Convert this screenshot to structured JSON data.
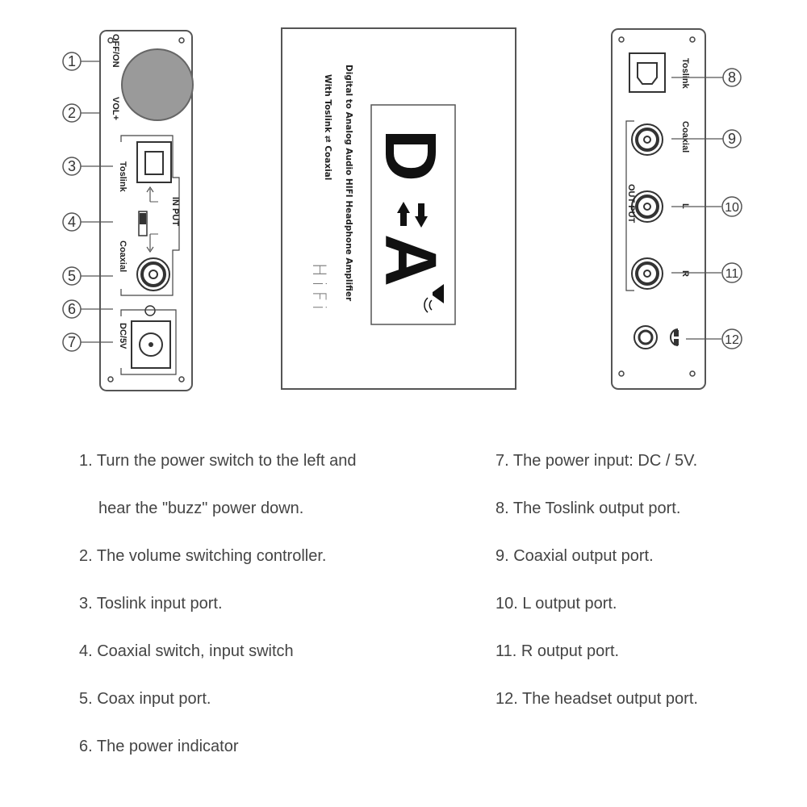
{
  "left_panel": {
    "labels": {
      "off_on": "OFF/ON",
      "vol": "VOL+",
      "toslink": "Toslink",
      "coaxial": "Coaxial",
      "input": "IN PUT",
      "dc": "DC/5V"
    },
    "callouts": [
      "1",
      "2",
      "3",
      "4",
      "5",
      "6",
      "7"
    ]
  },
  "center_panel": {
    "line1": "Digital to Analog Audio HIFI Headphone Amplifier",
    "line2": "With Toslink ⇄ Coaxial",
    "logo_letter_d": "D",
    "logo_letter_a": "A",
    "hifi": "HiFi"
  },
  "right_panel": {
    "labels": {
      "toslink": "Toslink",
      "coaxial": "Coaxial",
      "l": "L",
      "r": "R",
      "output": "OUT PUT"
    },
    "callouts": [
      "8",
      "9",
      "10",
      "11",
      "12"
    ]
  },
  "legend": {
    "left": [
      "1. Turn the power switch to the left and",
      "hear the \"buzz\" power down.",
      "2. The volume switching controller.",
      "3. Toslink input port.",
      "4. Coaxial switch, input switch",
      "5. Coax input port.",
      "6. The power indicator"
    ],
    "right": [
      "7. The power input: DC / 5V.",
      "8. The Toslink output port.",
      "9. Coaxial output port.",
      "10. L output port.",
      "11. R output port.",
      "12. The headset output port."
    ]
  }
}
